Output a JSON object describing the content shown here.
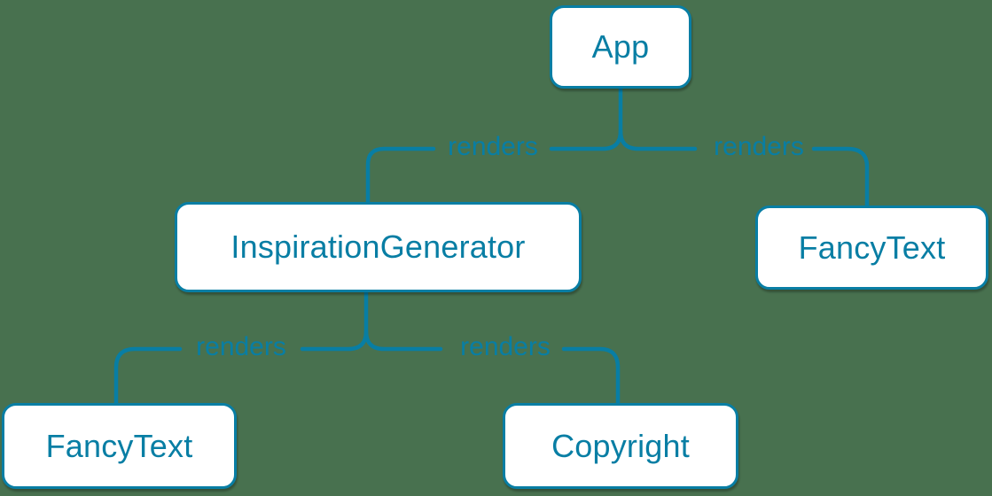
{
  "diagram": {
    "type": "component-render-tree",
    "colors": {
      "background": "#48714f",
      "accent": "#087ea4",
      "node_fill": "#ffffff"
    },
    "nodes": [
      {
        "id": "app",
        "label": "App"
      },
      {
        "id": "inspiration-generator",
        "label": "InspirationGenerator"
      },
      {
        "id": "fancy-text-right",
        "label": "FancyText"
      },
      {
        "id": "fancy-text-left",
        "label": "FancyText"
      },
      {
        "id": "copyright",
        "label": "Copyright"
      }
    ],
    "edges": [
      {
        "from": "App",
        "to": "InspirationGenerator",
        "label": "renders"
      },
      {
        "from": "App",
        "to": "FancyText",
        "label": "renders"
      },
      {
        "from": "InspirationGenerator",
        "to": "FancyText",
        "label": "renders"
      },
      {
        "from": "InspirationGenerator",
        "to": "Copyright",
        "label": "renders"
      }
    ]
  }
}
